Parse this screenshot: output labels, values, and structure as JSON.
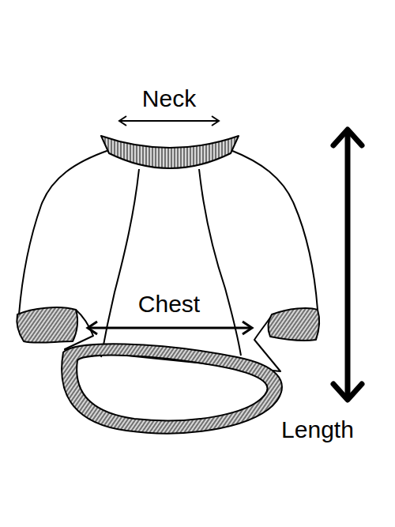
{
  "diagram": {
    "labels": [
      "Neck",
      "Chest",
      "Length"
    ]
  }
}
